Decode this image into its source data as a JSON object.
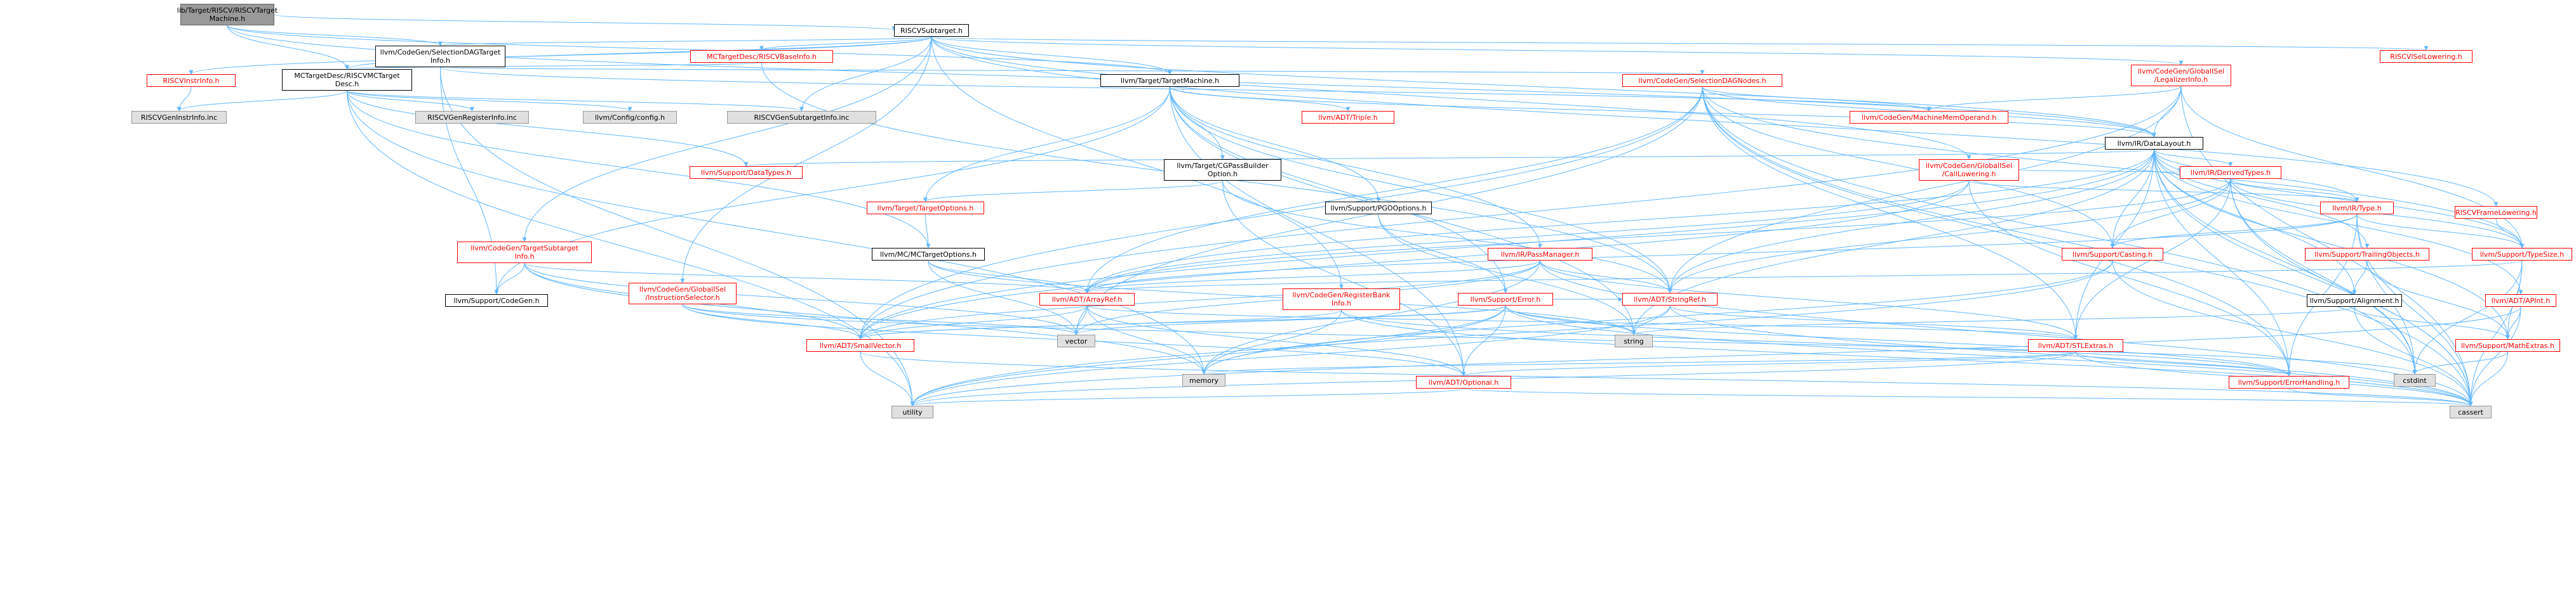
{
  "colors": {
    "edge": "#63b8ff",
    "arrow": "#63b8ff",
    "red": "#ff0000",
    "grey": "#e0e0e0",
    "root": "#999999"
  },
  "nodes": {
    "root": {
      "label": "lib/Target/RISCV/RISCVTarget\nMachine.h"
    },
    "subtarget": {
      "label": "RISCVSubtarget.h"
    },
    "seldag": {
      "label": "llvm/CodeGen/SelectionDAGTarget\nInfo.h"
    },
    "baseinfo": {
      "label": "MCTargetDesc/RISCVBaseInfo.h"
    },
    "isellow": {
      "label": "RISCVISelLowering.h"
    },
    "legalizer": {
      "label": "llvm/CodeGen/GlobalISel\n/LegalizerInfo.h"
    },
    "instrinfo": {
      "label": "RISCVInstrInfo.h"
    },
    "mcdesc": {
      "label": "MCTargetDesc/RISCVMCTarget\nDesc.h"
    },
    "tm": {
      "label": "llvm/Target/TargetMachine.h"
    },
    "sdnodes": {
      "label": "llvm/CodeGen/SelectionDAGNodes.h"
    },
    "instrinc": {
      "label": "RISCVGenInstrInfo.inc"
    },
    "reginc": {
      "label": "RISCVGenRegisterInfo.inc"
    },
    "config": {
      "label": "llvm/Config/config.h"
    },
    "subinc": {
      "label": "RISCVGenSubtargetInfo.inc"
    },
    "triple": {
      "label": "llvm/ADT/Triple.h"
    },
    "memop": {
      "label": "llvm/CodeGen/MachineMemOperand.h"
    },
    "datalayout": {
      "label": "llvm/IR/DataLayout.h"
    },
    "datatypes": {
      "label": "llvm/Support/DataTypes.h"
    },
    "cgpass": {
      "label": "llvm/Target/CGPassBuilder\nOption.h"
    },
    "calllow": {
      "label": "llvm/CodeGen/GlobalISel\n/CallLowering.h"
    },
    "derived": {
      "label": "llvm/IR/DerivedTypes.h"
    },
    "framelow": {
      "label": "RISCVFrameLowering.h"
    },
    "tgtopts": {
      "label": "llvm/Target/TargetOptions.h"
    },
    "pgo": {
      "label": "llvm/Support/PGOOptions.h"
    },
    "irtype": {
      "label": "llvm/IR/Type.h"
    },
    "casting": {
      "label": "llvm/Support/Casting.h"
    },
    "trailing": {
      "label": "llvm/Support/TrailingObjects.h"
    },
    "typesize": {
      "label": "llvm/Support/TypeSize.h"
    },
    "tsinfo": {
      "label": "llvm/CodeGen/TargetSubtarget\nInfo.h"
    },
    "mcopts": {
      "label": "llvm/MC/MCTargetOptions.h"
    },
    "passmgr": {
      "label": "llvm/IR/PassManager.h"
    },
    "alignment": {
      "label": "llvm/Support/Alignment.h"
    },
    "apint": {
      "label": "llvm/ADT/APInt.h"
    },
    "codegen": {
      "label": "llvm/Support/CodeGen.h"
    },
    "instsel": {
      "label": "llvm/CodeGen/GlobalISel\n/InstructionSelector.h"
    },
    "arrayref": {
      "label": "llvm/ADT/ArrayRef.h"
    },
    "regbank": {
      "label": "llvm/CodeGen/RegisterBank\nInfo.h"
    },
    "error": {
      "label": "llvm/Support/Error.h"
    },
    "stringref": {
      "label": "llvm/ADT/StringRef.h"
    },
    "vector": {
      "label": "vector"
    },
    "string": {
      "label": "string"
    },
    "smallvec": {
      "label": "llvm/ADT/SmallVector.h"
    },
    "stlextras": {
      "label": "llvm/ADT/STLExtras.h"
    },
    "mathextras": {
      "label": "llvm/Support/MathExtras.h"
    },
    "memory": {
      "label": "memory"
    },
    "optional": {
      "label": "llvm/ADT/Optional.h"
    },
    "errhandling": {
      "label": "llvm/Support/ErrorHandling.h"
    },
    "cstdint": {
      "label": "cstdint"
    },
    "utility": {
      "label": "utility"
    },
    "cassert": {
      "label": "cassert"
    }
  },
  "edges": [
    [
      "root",
      "subtarget"
    ],
    [
      "root",
      "seldag"
    ],
    [
      "root",
      "mcdesc"
    ],
    [
      "root",
      "tm"
    ],
    [
      "root",
      "datalayout"
    ],
    [
      "subtarget",
      "seldag"
    ],
    [
      "subtarget",
      "baseinfo"
    ],
    [
      "subtarget",
      "isellow"
    ],
    [
      "subtarget",
      "legalizer"
    ],
    [
      "subtarget",
      "instrinfo"
    ],
    [
      "subtarget",
      "tm"
    ],
    [
      "subtarget",
      "subinc"
    ],
    [
      "subtarget",
      "calllow"
    ],
    [
      "subtarget",
      "framelow"
    ],
    [
      "subtarget",
      "datalayout"
    ],
    [
      "subtarget",
      "tsinfo"
    ],
    [
      "subtarget",
      "instsel"
    ],
    [
      "subtarget",
      "regbank"
    ],
    [
      "subtarget",
      "mcdesc"
    ],
    [
      "seldag",
      "codegen"
    ],
    [
      "seldag",
      "sdnodes"
    ],
    [
      "seldag",
      "utility"
    ],
    [
      "seldag",
      "memop"
    ],
    [
      "baseinfo",
      "mcdesc"
    ],
    [
      "baseinfo",
      "stringref"
    ],
    [
      "instrinfo",
      "instrinc"
    ],
    [
      "mcdesc",
      "instrinc"
    ],
    [
      "mcdesc",
      "reginc"
    ],
    [
      "mcdesc",
      "config"
    ],
    [
      "mcdesc",
      "subinc"
    ],
    [
      "mcdesc",
      "datatypes"
    ],
    [
      "mcdesc",
      "mcopts"
    ],
    [
      "mcdesc",
      "memory"
    ],
    [
      "mcdesc",
      "utility"
    ],
    [
      "tm",
      "triple"
    ],
    [
      "tm",
      "datalayout"
    ],
    [
      "tm",
      "cgpass"
    ],
    [
      "tm",
      "tgtopts"
    ],
    [
      "tm",
      "pgo"
    ],
    [
      "tm",
      "passmgr"
    ],
    [
      "tm",
      "stringref"
    ],
    [
      "tm",
      "codegen"
    ],
    [
      "tm",
      "error"
    ],
    [
      "tm",
      "optional"
    ],
    [
      "tm",
      "string"
    ],
    [
      "sdnodes",
      "memop"
    ],
    [
      "sdnodes",
      "datalayout"
    ],
    [
      "sdnodes",
      "arrayref"
    ],
    [
      "sdnodes",
      "casting"
    ],
    [
      "sdnodes",
      "smallvec"
    ],
    [
      "sdnodes",
      "typesize"
    ],
    [
      "sdnodes",
      "cstdint"
    ],
    [
      "sdnodes",
      "cassert"
    ],
    [
      "sdnodes",
      "errhandling"
    ],
    [
      "sdnodes",
      "stlextras"
    ],
    [
      "sdnodes",
      "vector"
    ],
    [
      "legalizer",
      "memop"
    ],
    [
      "legalizer",
      "datalayout"
    ],
    [
      "legalizer",
      "typesize"
    ],
    [
      "legalizer",
      "smallvec"
    ],
    [
      "legalizer",
      "stringref"
    ],
    [
      "legalizer",
      "cassert"
    ],
    [
      "datalayout",
      "derived"
    ],
    [
      "datalayout",
      "irtype"
    ],
    [
      "datalayout",
      "casting"
    ],
    [
      "datalayout",
      "trailing"
    ],
    [
      "datalayout",
      "typesize"
    ],
    [
      "datalayout",
      "alignment"
    ],
    [
      "datalayout",
      "apint"
    ],
    [
      "datalayout",
      "mathextras"
    ],
    [
      "datalayout",
      "arrayref"
    ],
    [
      "datalayout",
      "stringref"
    ],
    [
      "datalayout",
      "smallvec"
    ],
    [
      "datalayout",
      "stlextras"
    ],
    [
      "datalayout",
      "errhandling"
    ],
    [
      "datalayout",
      "cstdint"
    ],
    [
      "datalayout",
      "string"
    ],
    [
      "datalayout",
      "cassert"
    ],
    [
      "datalayout",
      "datatypes"
    ],
    [
      "derived",
      "irtype"
    ],
    [
      "derived",
      "casting"
    ],
    [
      "derived",
      "typesize"
    ],
    [
      "derived",
      "arrayref"
    ],
    [
      "derived",
      "stringref"
    ],
    [
      "derived",
      "stlextras"
    ],
    [
      "derived",
      "cstdint"
    ],
    [
      "derived",
      "cassert"
    ],
    [
      "irtype",
      "casting"
    ],
    [
      "irtype",
      "typesize"
    ],
    [
      "irtype",
      "arrayref"
    ],
    [
      "irtype",
      "errhandling"
    ],
    [
      "irtype",
      "cstdint"
    ],
    [
      "irtype",
      "cassert"
    ],
    [
      "calllow",
      "derived"
    ],
    [
      "calllow",
      "irtype"
    ],
    [
      "calllow",
      "arrayref"
    ],
    [
      "calllow",
      "smallvec"
    ],
    [
      "calllow",
      "errhandling"
    ],
    [
      "cgpass",
      "optional"
    ],
    [
      "cgpass",
      "stringref"
    ],
    [
      "cgpass",
      "tgtopts"
    ],
    [
      "tgtopts",
      "mcopts"
    ],
    [
      "pgo",
      "error"
    ],
    [
      "pgo",
      "string"
    ],
    [
      "casting",
      "cassert"
    ],
    [
      "casting",
      "memory"
    ],
    [
      "casting",
      "utility"
    ],
    [
      "trailing",
      "alignment"
    ],
    [
      "trailing",
      "mathextras"
    ],
    [
      "typesize",
      "mathextras"
    ],
    [
      "typesize",
      "cstdint"
    ],
    [
      "typesize",
      "cassert"
    ],
    [
      "typesize",
      "arrayref"
    ],
    [
      "alignment",
      "mathextras"
    ],
    [
      "alignment",
      "cassert"
    ],
    [
      "alignment",
      "string"
    ],
    [
      "apint",
      "mathextras"
    ],
    [
      "apint",
      "cassert"
    ],
    [
      "apint",
      "utility"
    ],
    [
      "framelow",
      "typesize"
    ],
    [
      "tsinfo",
      "arrayref"
    ],
    [
      "tsinfo",
      "smallvec"
    ],
    [
      "tsinfo",
      "codegen"
    ],
    [
      "tsinfo",
      "memory"
    ],
    [
      "tsinfo",
      "vector"
    ],
    [
      "mcopts",
      "arrayref"
    ],
    [
      "mcopts",
      "string"
    ],
    [
      "mcopts",
      "vector"
    ],
    [
      "passmgr",
      "arrayref"
    ],
    [
      "passmgr",
      "stringref"
    ],
    [
      "passmgr",
      "smallvec"
    ],
    [
      "passmgr",
      "stlextras"
    ],
    [
      "passmgr",
      "memory"
    ],
    [
      "passmgr",
      "vector"
    ],
    [
      "passmgr",
      "cassert"
    ],
    [
      "instsel",
      "smallvec"
    ],
    [
      "instsel",
      "cstdint"
    ],
    [
      "instsel",
      "vector"
    ],
    [
      "instsel",
      "optional"
    ],
    [
      "regbank",
      "smallvec"
    ],
    [
      "regbank",
      "errhandling"
    ],
    [
      "regbank",
      "cassert"
    ],
    [
      "regbank",
      "memory"
    ],
    [
      "error",
      "stringref"
    ],
    [
      "error",
      "smallvec"
    ],
    [
      "error",
      "errhandling"
    ],
    [
      "error",
      "optional"
    ],
    [
      "error",
      "cassert"
    ],
    [
      "error",
      "memory"
    ],
    [
      "error",
      "string"
    ],
    [
      "error",
      "utility"
    ],
    [
      "error",
      "vector"
    ],
    [
      "arrayref",
      "smallvec"
    ],
    [
      "arrayref",
      "stlextras"
    ],
    [
      "arrayref",
      "optional"
    ],
    [
      "arrayref",
      "memory"
    ],
    [
      "arrayref",
      "vector"
    ],
    [
      "stringref",
      "stlextras"
    ],
    [
      "stringref",
      "string"
    ],
    [
      "stringref",
      "cassert"
    ],
    [
      "stringref",
      "utility"
    ],
    [
      "smallvec",
      "utility"
    ],
    [
      "smallvec",
      "cassert"
    ],
    [
      "stlextras",
      "optional"
    ],
    [
      "stlextras",
      "errhandling"
    ],
    [
      "stlextras",
      "cassert"
    ],
    [
      "stlextras",
      "utility"
    ],
    [
      "stlextras",
      "memory"
    ],
    [
      "mathextras",
      "cassert"
    ],
    [
      "mathextras",
      "cstdint"
    ],
    [
      "optional",
      "utility"
    ],
    [
      "optional",
      "cassert"
    ],
    [
      "errhandling",
      "cassert"
    ]
  ]
}
